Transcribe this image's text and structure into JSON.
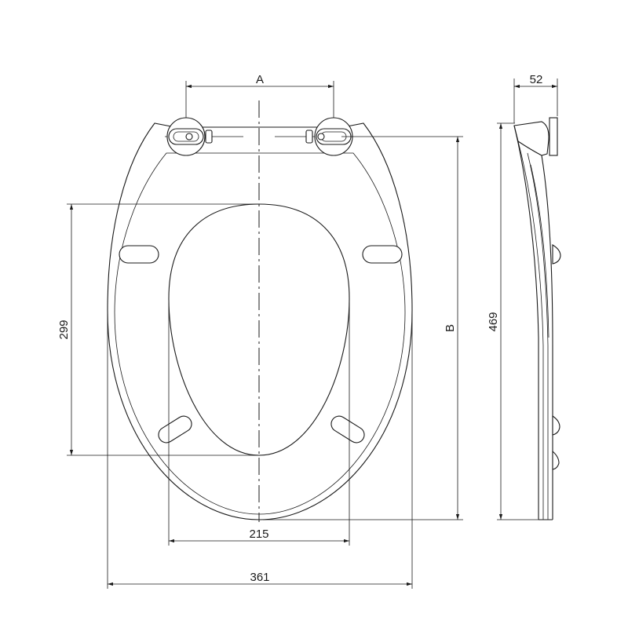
{
  "drawing": {
    "dimensions": {
      "hinge_spacing": "A",
      "seat_length": "B",
      "opening_length": "299",
      "opening_width": "215",
      "overall_width": "361",
      "overall_length": "469",
      "profile_depth": "52"
    }
  }
}
